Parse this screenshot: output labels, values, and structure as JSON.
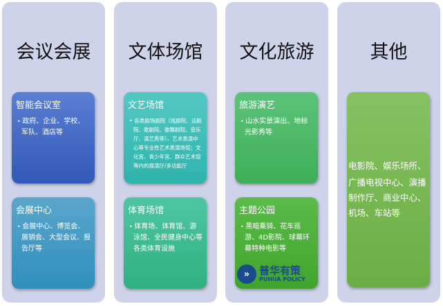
{
  "columns": [
    {
      "title": "会议会展",
      "cards": [
        {
          "title": "智能会议室",
          "text": "政府、企业、学校、军队、酒店等",
          "color_top": "#5a7fd3",
          "color_bottom": "#3258b8"
        },
        {
          "title": "会展中心",
          "text": "会展中心、博览会、展销会、大型会议、报告厅等",
          "color_top": "#5aa6cc",
          "color_bottom": "#2f8fbc"
        }
      ]
    },
    {
      "title": "文体场馆",
      "cards": [
        {
          "title": "文艺场馆",
          "text": "各类剧场剧院（戏剧院、话剧院、歌剧院、歌舞剧院、音乐厅、演艺秀等）、艺术表演中心等专业性艺术表演场馆；文化宫、青少年宫、群众艺术馆等内的观演厅/多功能厅",
          "color_top": "#55c8c4",
          "color_bottom": "#2fb3ac"
        },
        {
          "title": "体育场馆",
          "text": "体育场、体育馆、游泳馆、全民健身中心等各类体育设施",
          "color_top": "#4ec6a4",
          "color_bottom": "#2fb07e"
        }
      ]
    },
    {
      "title": "文化旅游",
      "cards": [
        {
          "title": "旅游演艺",
          "text": "山水实景演出、地标光影秀等",
          "color_top": "#5cc479",
          "color_bottom": "#3fae58"
        },
        {
          "title": "主题公园",
          "text": "黑暗乘骑、花车巡游、4D影院、球幕环幕特种电影等",
          "color_top": "#5abc48",
          "color_bottom": "#3fa42c"
        }
      ]
    },
    {
      "title": "其他",
      "cards": [
        {
          "title": "",
          "text": "电影院、娱乐场所、广播电视中心、演播制作厅、商业中心、机场、车站等",
          "color_top": "#86c262",
          "color_bottom": "#6aae44"
        }
      ]
    }
  ],
  "watermark": {
    "cn": "普华有策",
    "en": "PUHUA POLICY"
  }
}
